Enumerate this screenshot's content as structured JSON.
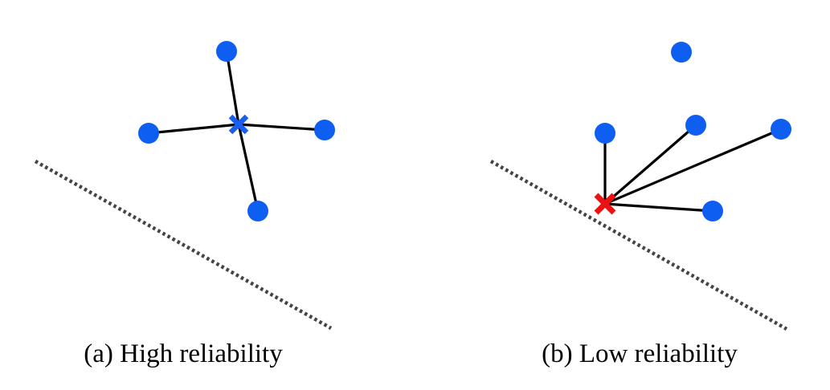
{
  "colors": {
    "point": "#0f5ef2",
    "query_high": "#1a5ef0",
    "query_low": "#ee1111",
    "edge": "#000000",
    "boundary": "#444444"
  },
  "panels": [
    {
      "caption": "(a) High reliability",
      "query_marker": "blue-x-icon",
      "edge_count": 4,
      "neighbor_count": 4
    },
    {
      "caption": "(b) Low reliability",
      "query_marker": "red-x-icon",
      "edge_count": 4,
      "neighbor_count": 5
    }
  ]
}
